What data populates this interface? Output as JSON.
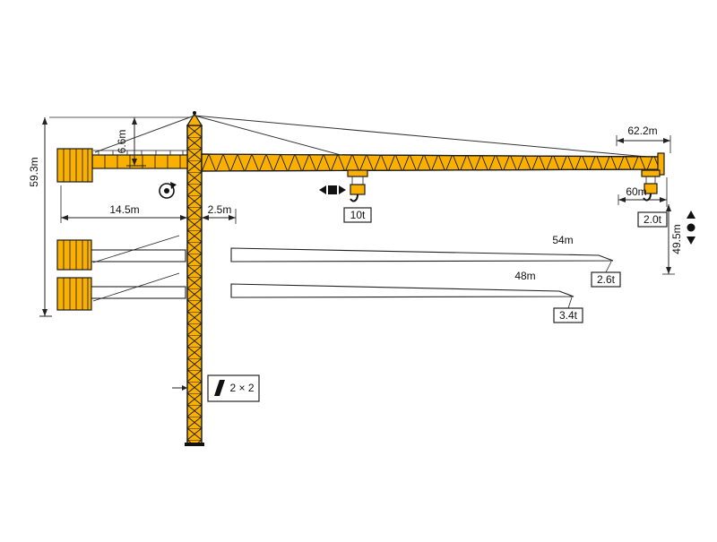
{
  "title": "Tower crane dimension and load diagram",
  "colors": {
    "crane": "#F9B000",
    "outline": "#1a1a1a",
    "background": "#ffffff"
  },
  "labels": {
    "total_height": "59.3m",
    "head_height": "6.6m",
    "counterjib_length": "14.5m",
    "min_radius": "2.5m",
    "max_jib_length": "62.2m",
    "jib_length_60": "60m",
    "capacity_tip_60": "2.0t",
    "hook_height_60": "49.5m",
    "jib_length_54": "54m",
    "capacity_tip_54": "2.6t",
    "jib_length_48": "48m",
    "capacity_tip_48": "3.4t",
    "capacity_max": "10t",
    "reeving": "2 × 2"
  }
}
